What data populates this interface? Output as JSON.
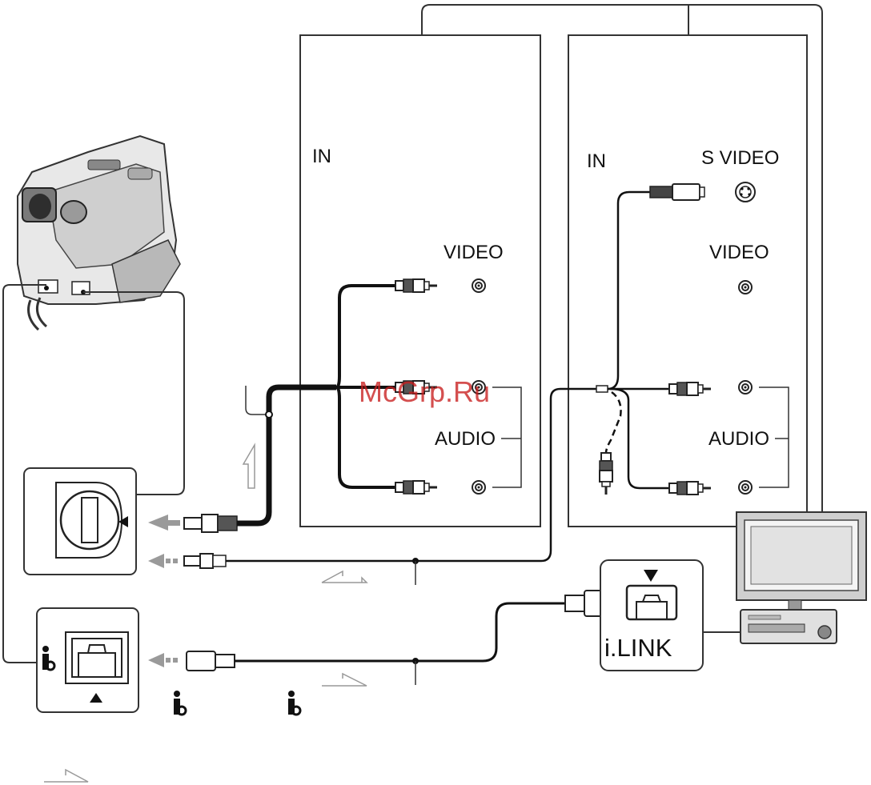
{
  "panel_left": {
    "in_label": "IN",
    "video_label": "VIDEO",
    "audio_label": "AUDIO"
  },
  "panel_right": {
    "in_label": "IN",
    "svideo_label": "S VIDEO",
    "video_label": "VIDEO",
    "audio_label": "AUDIO"
  },
  "ilink_box": {
    "label": "i.LINK"
  },
  "watermark": "McGrp.Ru",
  "icons": [
    "camcorder-icon",
    "av-jack-icon",
    "ilink-port-icon",
    "ilink-logo-icon",
    "tv-icon",
    "vcr-icon",
    "signal-flow-arrow-icon",
    "rca-plug-icon",
    "svideo-plug-icon"
  ],
  "colors": {
    "line": "#111111",
    "outline": "#3a3a3a",
    "watermark": "#c81e1e",
    "gray_arrow": "#9a9a9a"
  }
}
